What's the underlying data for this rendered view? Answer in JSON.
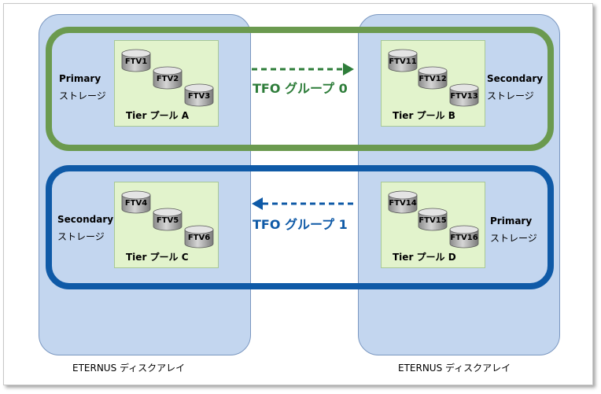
{
  "colors": {
    "group0": "#6b9a4f",
    "group0_arrow": "#2e7d3a",
    "group1": "#0f5aa7",
    "array_fill": "#c3d6ef",
    "pool_fill": "#e2f3cc"
  },
  "arrays": {
    "left_label": "ETERNUS ディスクアレイ",
    "right_label": "ETERNUS ディスクアレイ"
  },
  "groups": {
    "g0": {
      "title": "TFO グループ 0",
      "direction": "left-to-right"
    },
    "g1": {
      "title": "TFO グループ 1",
      "direction": "right-to-left"
    }
  },
  "roles": {
    "a": {
      "role": "Primary",
      "sub": "ストレージ"
    },
    "b": {
      "role": "Secondary",
      "sub": "ストレージ"
    },
    "c": {
      "role": "Secondary",
      "sub": "ストレージ"
    },
    "d": {
      "role": "Primary",
      "sub": "ストレージ"
    }
  },
  "pools": {
    "a": {
      "label": "Tier プール A",
      "volumes": [
        "FTV1",
        "FTV2",
        "FTV3"
      ]
    },
    "b": {
      "label": "Tier プール B",
      "volumes": [
        "FTV11",
        "FTV12",
        "FTV13"
      ]
    },
    "c": {
      "label": "Tier プール C",
      "volumes": [
        "FTV4",
        "FTV5",
        "FTV6"
      ]
    },
    "d": {
      "label": "Tier プール D",
      "volumes": [
        "FTV14",
        "FTV15",
        "FTV16"
      ]
    }
  }
}
